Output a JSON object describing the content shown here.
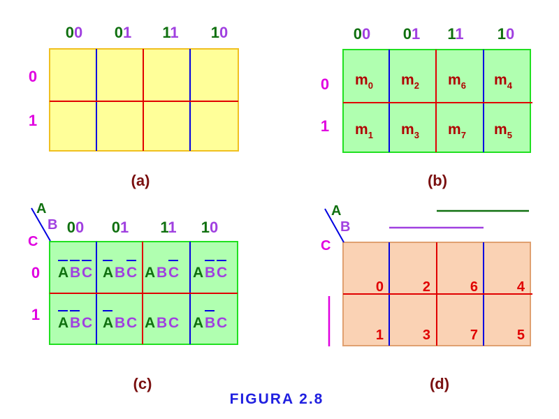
{
  "colors": {
    "bit_a": "#107010",
    "bit_b": "#a040e0",
    "row_label": "#e000e0",
    "red": "#e00000",
    "blue": "#0000e0",
    "caption": "#7a1010",
    "figure": "#2020e0",
    "map_a_fill": "#ffff99",
    "map_a_border": "#f0c020",
    "green_fill": "#b0ffb0",
    "green_border": "#20e020",
    "peach_fill": "#fad2b4",
    "peach_border": "#e0a070"
  },
  "headers": {
    "a": [
      {
        "a": "0",
        "b": "0"
      },
      {
        "a": "0",
        "b": "1"
      },
      {
        "a": "1",
        "b": "1"
      },
      {
        "a": "1",
        "b": "0"
      }
    ],
    "b": [
      {
        "a": "0",
        "b": "0"
      },
      {
        "a": "0",
        "b": "1"
      },
      {
        "a": "1",
        "b": "1"
      },
      {
        "a": "1",
        "b": "0"
      }
    ],
    "c": [
      {
        "a": "0",
        "b": "0"
      },
      {
        "a": "0",
        "b": "1"
      },
      {
        "a": "1",
        "b": "1"
      },
      {
        "a": "1",
        "b": "0"
      }
    ]
  },
  "row_labels": {
    "a": [
      "0",
      "1"
    ],
    "b": [
      "0",
      "1"
    ],
    "c": [
      "0",
      "1"
    ]
  },
  "map_b_cells": [
    [
      {
        "m": "m",
        "sub": "0"
      },
      {
        "m": "m",
        "sub": "2"
      },
      {
        "m": "m",
        "sub": "6"
      },
      {
        "m": "m",
        "sub": "4"
      }
    ],
    [
      {
        "m": "m",
        "sub": "1"
      },
      {
        "m": "m",
        "sub": "3"
      },
      {
        "m": "m",
        "sub": "7"
      },
      {
        "m": "m",
        "sub": "5"
      }
    ]
  ],
  "map_c_axes": {
    "a": "A",
    "b": "B",
    "c": "C"
  },
  "map_c_cells": [
    [
      {
        "A": "A",
        "B": "B",
        "C": "C",
        "barA": true,
        "barB": true,
        "barC": true
      },
      {
        "A": "A",
        "B": "B",
        "C": "C",
        "barA": true,
        "barB": false,
        "barC": true
      },
      {
        "A": "A",
        "B": "B",
        "C": "C",
        "barA": false,
        "barB": false,
        "barC": true
      },
      {
        "A": "A",
        "B": "B",
        "C": "C",
        "barA": false,
        "barB": true,
        "barC": true
      }
    ],
    [
      {
        "A": "A",
        "B": "B",
        "C": "C",
        "barA": true,
        "barB": true,
        "barC": false
      },
      {
        "A": "A",
        "B": "B",
        "C": "C",
        "barA": true,
        "barB": false,
        "barC": false
      },
      {
        "A": "A",
        "B": "B",
        "C": "C",
        "barA": false,
        "barB": false,
        "barC": false
      },
      {
        "A": "A",
        "B": "B",
        "C": "C",
        "barA": false,
        "barB": true,
        "barC": false
      }
    ]
  ],
  "map_d_axes": {
    "a": "A",
    "b": "B",
    "c": "C"
  },
  "map_d_numbers": [
    [
      "0",
      "2",
      "6",
      "4"
    ],
    [
      "1",
      "3",
      "7",
      "5"
    ]
  ],
  "captions": {
    "a": "(a)",
    "b": "(b)",
    "c": "(c)",
    "d": "(d)"
  },
  "figure_label": "FIGURA 2.8"
}
